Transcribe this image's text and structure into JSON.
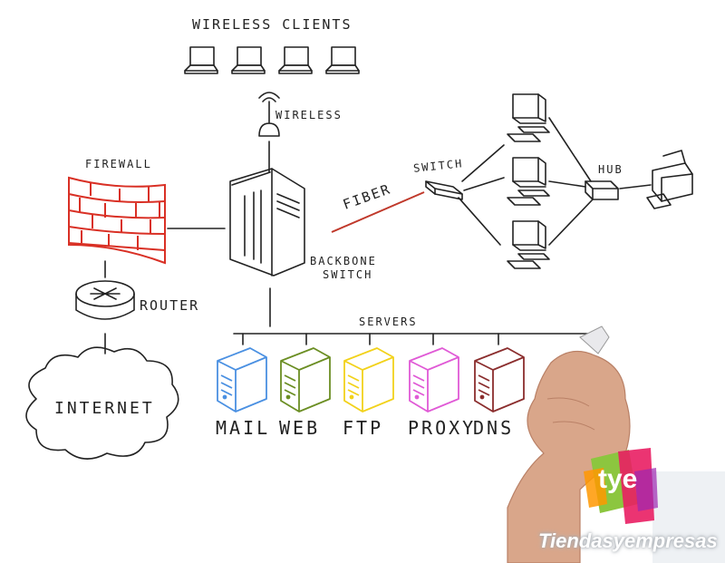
{
  "labels": {
    "wireless_clients": "WIRELESS CLIENTS",
    "wireless": "WIRELESS",
    "firewall": "FIREWALL",
    "router": "ROUTER",
    "internet": "INTERNET",
    "backbone_line1": "BACKBONE",
    "backbone_line2": "SWITCH",
    "fiber": "FIBER",
    "switch": "SWITCH",
    "hub": "HUB",
    "servers": "SERVERS"
  },
  "servers": [
    {
      "label": "MAIL",
      "color": "#4a90e2"
    },
    {
      "label": "WEB",
      "color": "#6b8e23"
    },
    {
      "label": "FTP",
      "color": "#f2d21b"
    },
    {
      "label": "PROXY",
      "color": "#e05ad6"
    },
    {
      "label": "DNS",
      "color": "#8b2e2e"
    }
  ],
  "colors": {
    "firewall": "#d93025",
    "fiber": "#c0392b",
    "ink": "#222222"
  },
  "watermark": {
    "text": "Tiendasyempresas",
    "logo": "tye",
    "logo_colors": [
      "#8cc63f",
      "#e91e63",
      "#ff9800",
      "#9c27b0"
    ]
  }
}
